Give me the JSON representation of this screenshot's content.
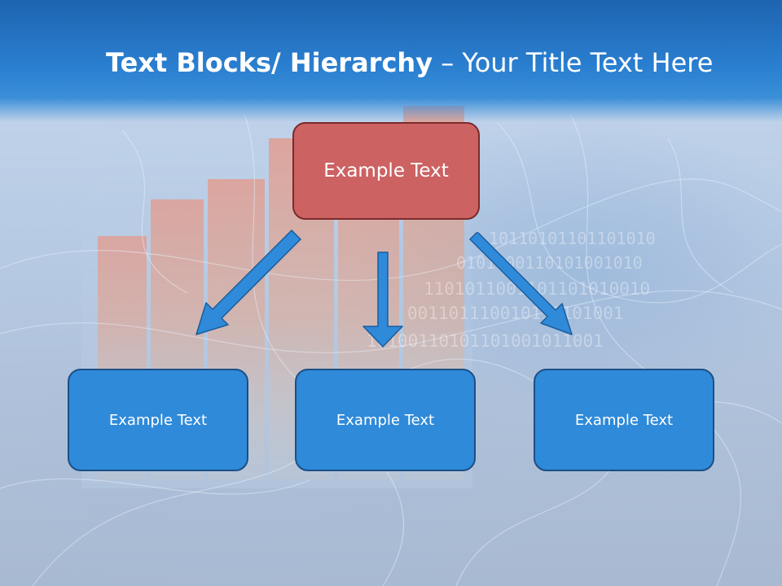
{
  "slide": {
    "title_bold": "Text Blocks/ Hierarchy",
    "title_rest": " – Your Title Text Here"
  },
  "diagram": {
    "top_box": {
      "label": "Example Text",
      "color": "#cd6263",
      "border": "#7a2b2c"
    },
    "child_boxes": [
      {
        "label": "Example Text"
      },
      {
        "label": "Example Text"
      },
      {
        "label": "Example Text"
      }
    ],
    "child_color": "#2f8ad9",
    "child_border": "#1b4f86",
    "arrow_color": "#2f8ad9"
  },
  "background": {
    "binary_rows": [
      "10110101101101010",
      "0101100110101001010",
      "1101011001101101010010",
      "001101110010110101001",
      "10100110101101001011001"
    ]
  }
}
